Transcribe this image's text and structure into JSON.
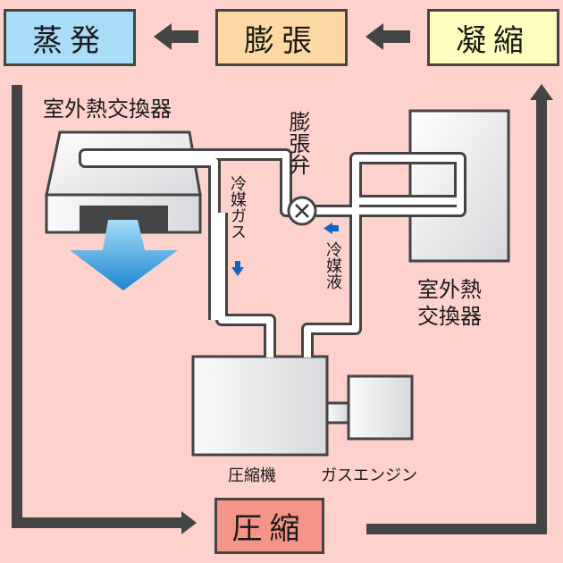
{
  "stages": {
    "evaporation": {
      "label": "蒸発",
      "color": "#a9dcf7"
    },
    "expansion": {
      "label": "膨張",
      "color": "#fcd9a3"
    },
    "condensation": {
      "label": "凝縮",
      "color": "#fdfdbd"
    },
    "compression": {
      "label": "圧縮",
      "color": "#f59489"
    }
  },
  "labels": {
    "outdoor_hx_left": "室外熱交換器",
    "outdoor_hx_right_line1": "室外熱",
    "outdoor_hx_right_line2": "交換器",
    "expansion_valve": "膨張弁",
    "refrigerant_gas": "冷媒ガス",
    "refrigerant_liquid": "冷媒液",
    "compressor": "圧縮機",
    "gas_engine": "ガスエンジン"
  },
  "colors": {
    "background": "#fdd2cc",
    "outline": "#444444",
    "flow_arrow": "#1565c0",
    "air_arrow_top": "#a6dcf8",
    "air_arrow_bottom": "#1a86cf"
  }
}
